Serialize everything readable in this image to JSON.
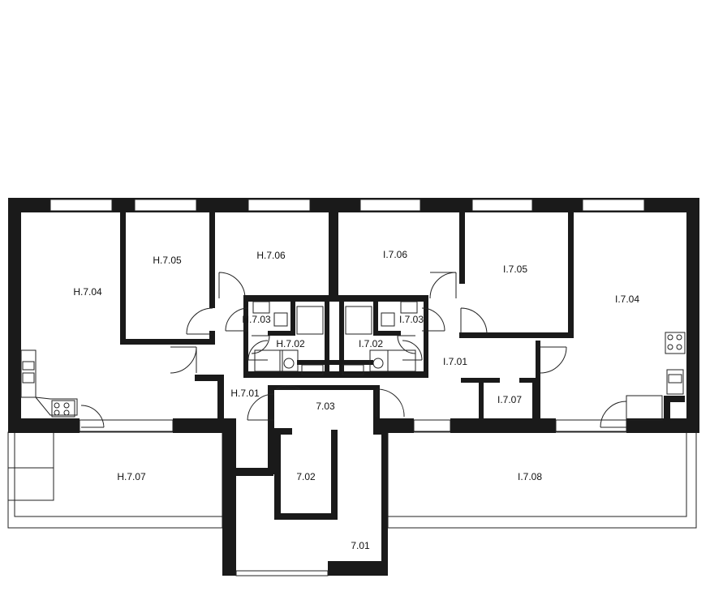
{
  "rooms": {
    "h704": "H.7.04",
    "h705": "H.7.05",
    "h706": "H.7.06",
    "h703": "H.7.03",
    "h702": "H.7.02",
    "h701": "H.7.01",
    "h707": "H.7.07",
    "i706": "I.7.06",
    "i705": "I.7.05",
    "i704": "I.7.04",
    "i703": "I.7.03",
    "i702": "I.7.02",
    "i701": "I.7.01",
    "i707": "I.7.07",
    "i708": "I.7.08",
    "c703": "7.03",
    "c702": "7.02",
    "c701": "7.01"
  }
}
